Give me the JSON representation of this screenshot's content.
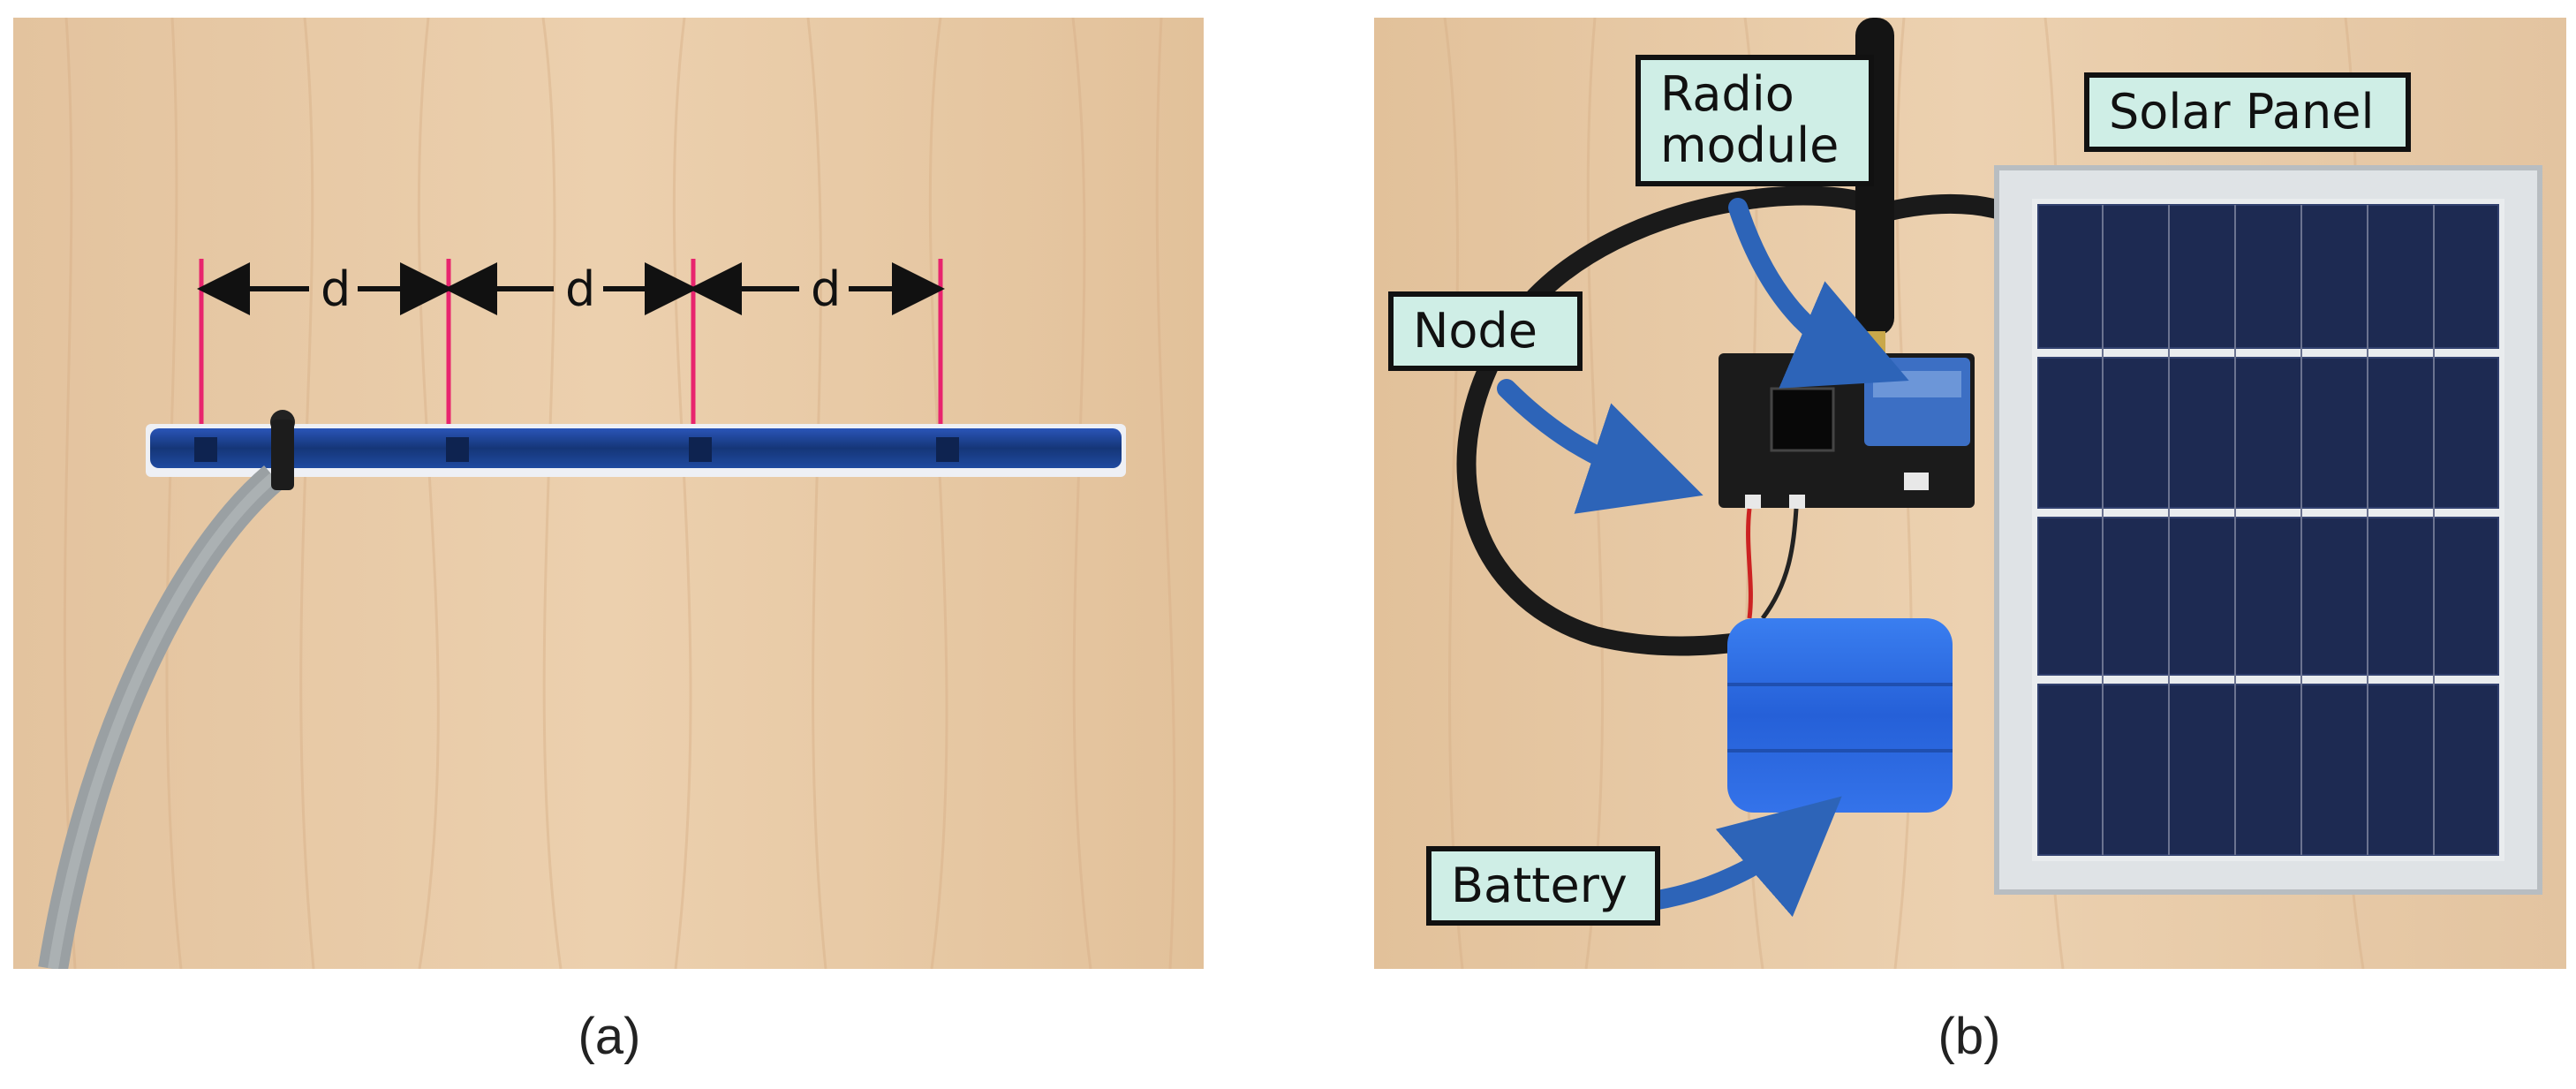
{
  "panel_a": {
    "caption": "(a)",
    "spacing_label": "d",
    "colors": {
      "wood": "#e7c9a5",
      "marker_lines": "#e8246e",
      "sensor_strip": "#183a8a",
      "cable": "#9aa0a3"
    }
  },
  "panel_b": {
    "caption": "(b)",
    "labels": {
      "radio_module_line1": "Radio",
      "radio_module_line2": "module",
      "solar_panel": "Solar Panel",
      "node": "Node",
      "battery": "Battery"
    },
    "colors": {
      "wood": "#e6c59f",
      "label_fill": "#cfeee6",
      "arrow": "#2d64b8",
      "battery": "#2f6fe0",
      "solar_cells": "#1d2a52"
    }
  }
}
